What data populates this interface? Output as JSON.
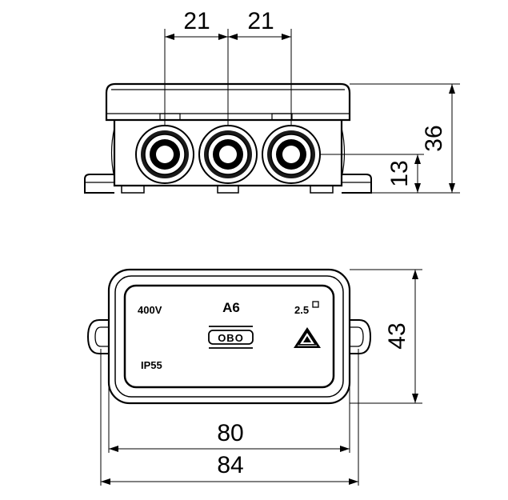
{
  "side_view": {
    "dim_spacing_left": "21",
    "dim_spacing_right": "21",
    "dim_height_total": "36",
    "dim_height_entry": "13"
  },
  "top_view": {
    "voltage_label": "400V",
    "model_label": "A6",
    "cross_section_label": "2.5",
    "protection_label": "IP55",
    "brand_logo": "OBO",
    "dim_height": "43",
    "dim_inner_width": "80",
    "dim_outer_width": "84"
  },
  "icons": {
    "side_view_entries": "cable-entry-icon",
    "brand": "obo-logo-icon",
    "certification": "triangle-mark-icon",
    "square": "square-mark-icon"
  }
}
